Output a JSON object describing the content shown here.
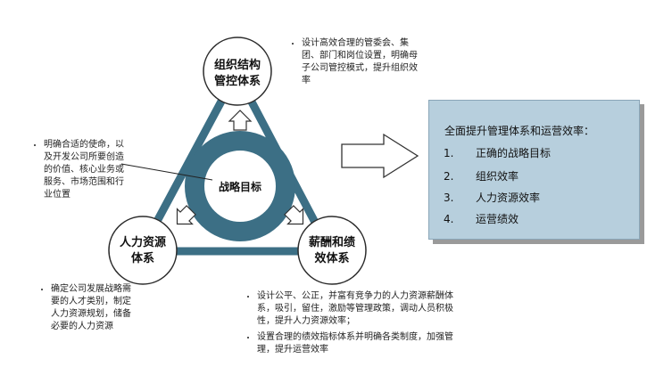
{
  "nodes": {
    "org": [
      "组织结构",
      "管控体系"
    ],
    "hr": [
      "人力资源",
      "体系"
    ],
    "comp": [
      "薪酬和绩",
      "效体系"
    ],
    "center": "战略目标"
  },
  "notes": {
    "org": [
      "设计高效合理的管委会、集团、部门和岗位设置，明确母子公司管控模式，提升组织效率"
    ],
    "strategy": [
      "明确合适的使命，以及开发公司所要创造的价值、核心业务或服务、市场范围和行业位置"
    ],
    "hr": [
      "确定公司发展战略需要的人才类别，制定人力资源规划，储备必要的人力资源"
    ],
    "comp": [
      "设计公平、公正，并富有竞争力的人力资源薪酬体系，吸引，留住，激励等管理政策，调动人员积极性，提升人力资源效率；",
      "设置合理的绩效指标体系并明确各类制度，加强管理，提升运营效率"
    ]
  },
  "summary": {
    "title": "全面提升管理体系和运营效率：",
    "items": [
      {
        "num": "1.",
        "text": "正确的战略目标"
      },
      {
        "num": "2.",
        "text": "组织效率"
      },
      {
        "num": "3.",
        "text": "人力资源效率"
      },
      {
        "num": "4.",
        "text": "运营绩效"
      }
    ]
  },
  "colors": {
    "ring": "#3c6f85",
    "triangle": "#3c6f85",
    "node_fill": "#ffffff",
    "node_stroke": "#2b2b2b",
    "summary_fill": "#b7cfdd"
  }
}
